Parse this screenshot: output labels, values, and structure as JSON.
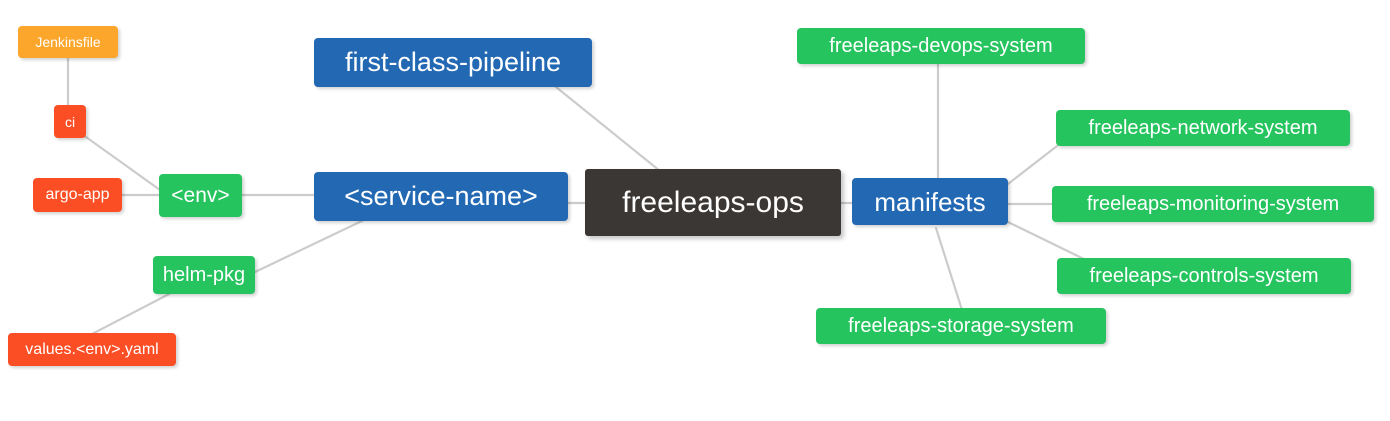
{
  "diagram": {
    "type": "mindmap",
    "title": "freeleaps-ops",
    "background": "#ffffff",
    "edge_color": "#cccccc",
    "palette": {
      "root": "#3b3734",
      "blue": "#2268b3",
      "green": "#25c45e",
      "orange": "#fca62b",
      "red": "#fc4e25",
      "text": "#ffffff"
    }
  },
  "nodes": {
    "root": {
      "label": "freeleaps-ops",
      "color": "#3b3734"
    },
    "first_class_pipeline": {
      "label": "first-class-pipeline",
      "color": "#2268b3"
    },
    "service_name": {
      "label": "<service-name>",
      "color": "#2268b3"
    },
    "env": {
      "label": "<env>",
      "color": "#25c45e"
    },
    "ci": {
      "label": "ci",
      "color": "#fc4e25"
    },
    "jenkinsfile": {
      "label": "Jenkinsfile",
      "color": "#fca62b"
    },
    "argo_app": {
      "label": "argo-app",
      "color": "#fc4e25"
    },
    "helm_pkg": {
      "label": "helm-pkg",
      "color": "#25c45e"
    },
    "values_yaml": {
      "label": "values.<env>.yaml",
      "color": "#fc4e25"
    },
    "manifests": {
      "label": "manifests",
      "color": "#2268b3"
    },
    "devops_system": {
      "label": "freeleaps-devops-system",
      "color": "#25c45e"
    },
    "network_system": {
      "label": "freeleaps-network-system",
      "color": "#25c45e"
    },
    "monitoring_system": {
      "label": "freeleaps-monitoring-system",
      "color": "#25c45e"
    },
    "controls_system": {
      "label": "freeleaps-controls-system",
      "color": "#25c45e"
    },
    "storage_system": {
      "label": "freeleaps-storage-system",
      "color": "#25c45e"
    }
  },
  "edges": [
    {
      "from": "root",
      "to": "first_class_pipeline"
    },
    {
      "from": "root",
      "to": "service_name"
    },
    {
      "from": "service_name",
      "to": "env"
    },
    {
      "from": "service_name",
      "to": "helm_pkg"
    },
    {
      "from": "env",
      "to": "ci"
    },
    {
      "from": "env",
      "to": "argo_app"
    },
    {
      "from": "ci",
      "to": "jenkinsfile"
    },
    {
      "from": "helm_pkg",
      "to": "values_yaml"
    },
    {
      "from": "root",
      "to": "manifests"
    },
    {
      "from": "manifests",
      "to": "devops_system"
    },
    {
      "from": "manifests",
      "to": "network_system"
    },
    {
      "from": "manifests",
      "to": "monitoring_system"
    },
    {
      "from": "manifests",
      "to": "controls_system"
    },
    {
      "from": "manifests",
      "to": "storage_system"
    }
  ]
}
